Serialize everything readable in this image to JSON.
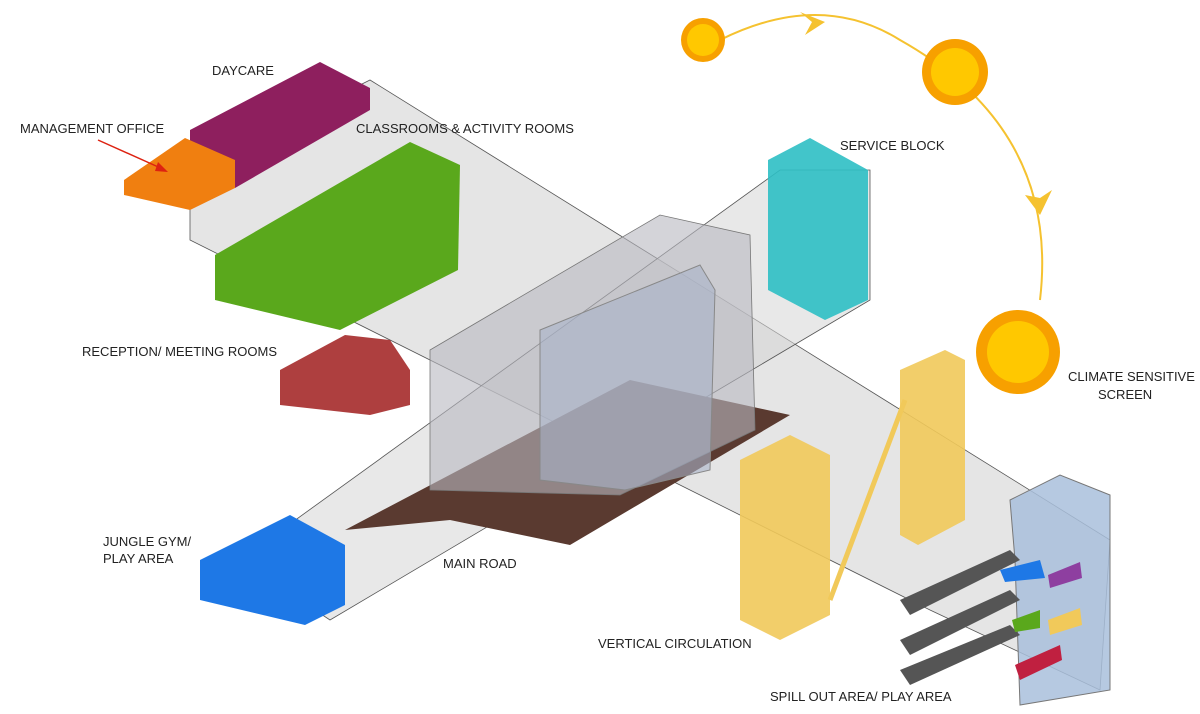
{
  "labels": {
    "daycare": "DAYCARE",
    "management_office": "MANAGEMENT OFFICE",
    "classrooms": "CLASSROOMS & ACTIVITY ROOMS",
    "service_block": "SERVICE BLOCK",
    "reception_line1": "RECEPTION/ MEETING ROOMS",
    "climate_line1": "CLIMATE SENSITIVE",
    "climate_line2": "SCREEN",
    "jungle_line1": "JUNGLE GYM/",
    "jungle_line2": "PLAY AREA",
    "main_road": "MAIN ROAD",
    "vertical_circulation": "VERTICAL CIRCULATION",
    "spill_out": "SPILL OUT AREA/ PLAY AREA"
  },
  "colors": {
    "daycare": "#8e1f5e",
    "management": "#f07f10",
    "classrooms": "#5aa81c",
    "service": "#2ebfc4",
    "reception": "#a52a2a",
    "jungle": "#1e78e6",
    "circulation": "#f1c95a",
    "road": "#5a3a30",
    "sun": "#f7b500",
    "arrow": "#f5c230",
    "slab": "#cfcfcf"
  }
}
